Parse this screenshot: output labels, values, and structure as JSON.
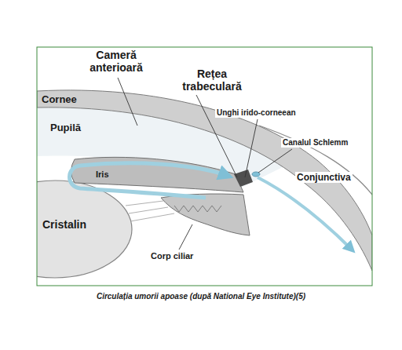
{
  "diagram": {
    "caption": "Circulația umorii apoase (după National Eye Institute)(5)",
    "labels": [
      "Cameră anterioară",
      "Rețea trabeculară",
      "Cornee",
      "Unghi irido-corneean",
      "Canalul Schlemm",
      "Pupilă",
      "Iris",
      "Conjunctiva",
      "Cristalin",
      "Corp ciliar"
    ]
  }
}
